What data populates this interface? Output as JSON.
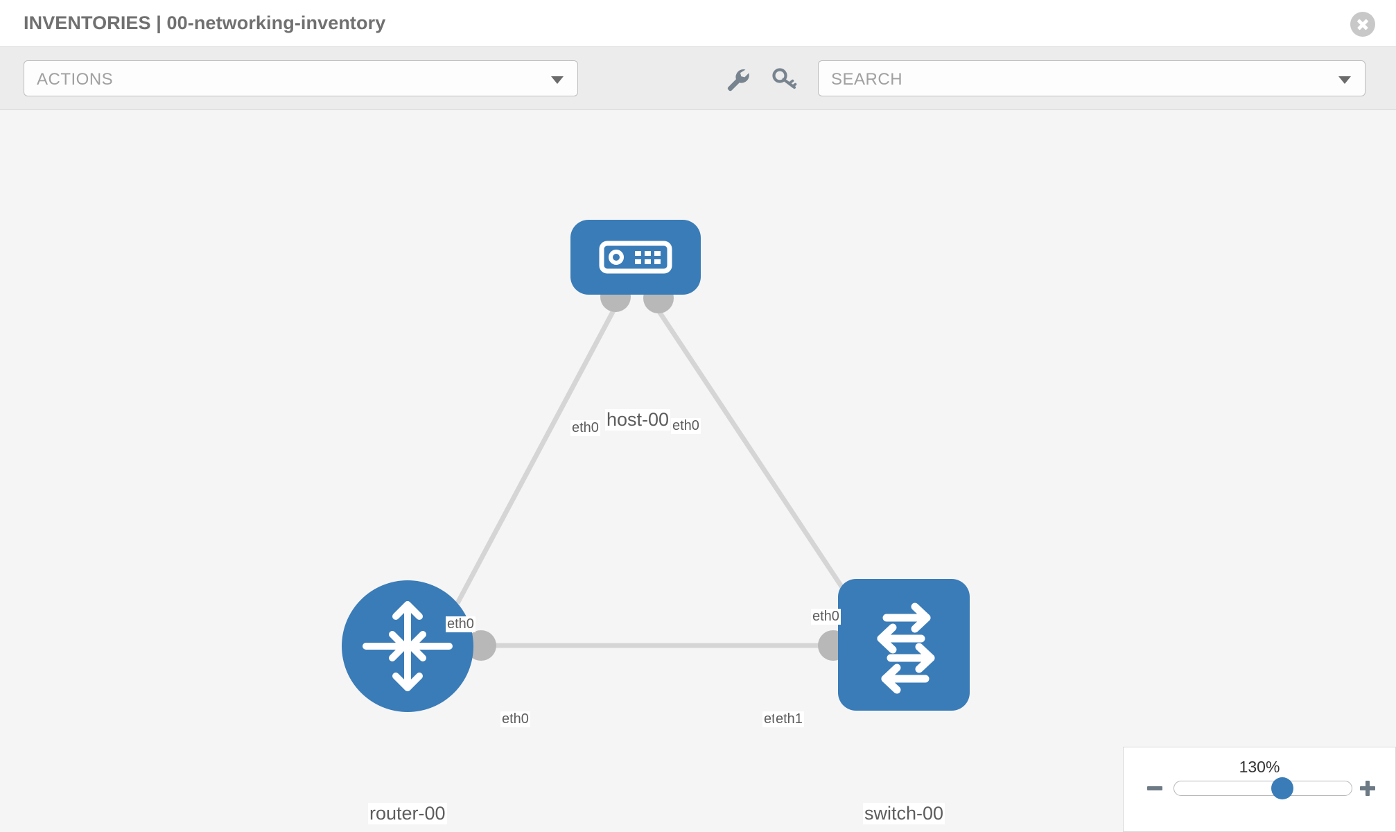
{
  "header": {
    "title": "INVENTORIES | 00-networking-inventory",
    "close_icon": "close-circle-icon"
  },
  "toolbar": {
    "actions": {
      "value": "ACTIONS",
      "placeholder": "ACTIONS",
      "caret_icon": "chevron-down-icon"
    },
    "search": {
      "value": "SEARCH",
      "placeholder": "SEARCH",
      "caret_icon": "chevron-down-icon"
    },
    "icons": [
      {
        "name": "wrench-icon",
        "title": "wrench"
      },
      {
        "name": "key-icon",
        "title": "key"
      }
    ]
  },
  "topology": {
    "nodes": [
      {
        "id": "host-00",
        "label": "host-00",
        "type": "host",
        "icon": "server-icon",
        "shape": "rounded-rect",
        "color": "#3a7cb8"
      },
      {
        "id": "router-00",
        "label": "router-00",
        "type": "router",
        "icon": "router-arrows-icon",
        "shape": "circle",
        "color": "#3a7cb8"
      },
      {
        "id": "switch-00",
        "label": "switch-00",
        "type": "switch",
        "icon": "switch-arrows-icon",
        "shape": "rounded-square",
        "color": "#3a7cb8"
      }
    ],
    "links": [
      {
        "from": "router-00",
        "to": "host-00",
        "from_iface": "eth0",
        "to_iface": "eth0"
      },
      {
        "from": "host-00",
        "to": "switch-00",
        "from_iface": "eth0",
        "to_iface": "eth0"
      },
      {
        "from": "router-00",
        "to": "switch-00",
        "from_iface": "eth0",
        "to_iface": "eth1"
      }
    ],
    "interface_labels": {
      "host_left": "eth0",
      "host_right": "eth0",
      "router_up": "eth0",
      "switch_up": "eth0",
      "router_right": "eth0",
      "switch_left_a": "eth",
      "switch_left_b": "eth1"
    },
    "colors": {
      "node_blue": "#3a7cb8",
      "port_gray": "#b8b8b8",
      "link_gray": "#d5d5d5",
      "canvas_bg": "#f5f5f5"
    }
  },
  "zoom_control": {
    "percent": "130%",
    "minus_label": "minus-icon",
    "plus_label": "plus-icon",
    "slider_position_pct": 62
  }
}
